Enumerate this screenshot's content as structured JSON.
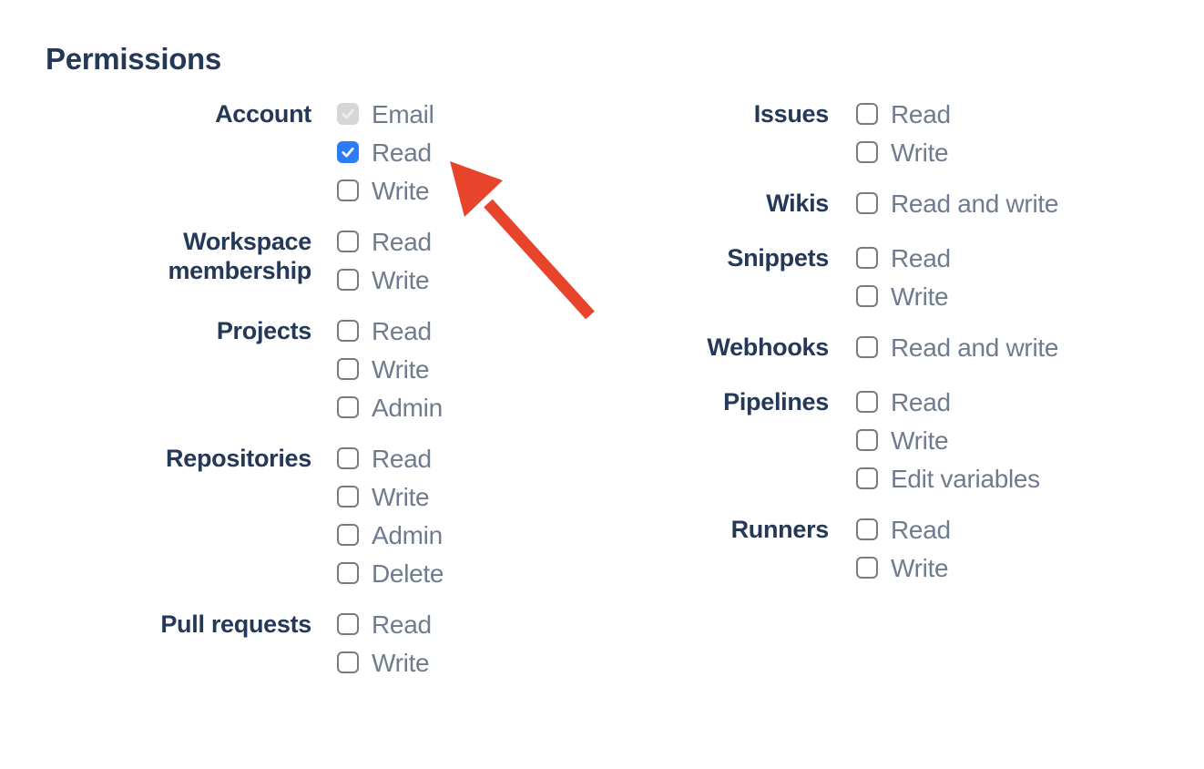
{
  "heading": "Permissions",
  "colors": {
    "heading_and_group_label": "#243858",
    "option_label": "#6F7B8E",
    "checkbox_border": "#7B7B7B",
    "checked_accent_blue": "#2B7CF5",
    "disabled_checkbox_bg": "#D6D6D6",
    "arrow_red": "#E8432B"
  },
  "columns": [
    {
      "groups": [
        {
          "label": "Account",
          "options": [
            {
              "label": "Email",
              "state": "checked_disabled"
            },
            {
              "label": "Read",
              "state": "checked"
            },
            {
              "label": "Write",
              "state": "unchecked"
            }
          ]
        },
        {
          "label": "Workspace membership",
          "options": [
            {
              "label": "Read",
              "state": "unchecked"
            },
            {
              "label": "Write",
              "state": "unchecked"
            }
          ]
        },
        {
          "label": "Projects",
          "options": [
            {
              "label": "Read",
              "state": "unchecked"
            },
            {
              "label": "Write",
              "state": "unchecked"
            },
            {
              "label": "Admin",
              "state": "unchecked"
            }
          ]
        },
        {
          "label": "Repositories",
          "options": [
            {
              "label": "Read",
              "state": "unchecked"
            },
            {
              "label": "Write",
              "state": "unchecked"
            },
            {
              "label": "Admin",
              "state": "unchecked"
            },
            {
              "label": "Delete",
              "state": "unchecked"
            }
          ]
        },
        {
          "label": "Pull requests",
          "options": [
            {
              "label": "Read",
              "state": "unchecked"
            },
            {
              "label": "Write",
              "state": "unchecked"
            }
          ]
        }
      ]
    },
    {
      "groups": [
        {
          "label": "Issues",
          "options": [
            {
              "label": "Read",
              "state": "unchecked"
            },
            {
              "label": "Write",
              "state": "unchecked"
            }
          ]
        },
        {
          "label": "Wikis",
          "options": [
            {
              "label": "Read and write",
              "state": "unchecked"
            }
          ]
        },
        {
          "label": "Snippets",
          "options": [
            {
              "label": "Read",
              "state": "unchecked"
            },
            {
              "label": "Write",
              "state": "unchecked"
            }
          ]
        },
        {
          "label": "Webhooks",
          "options": [
            {
              "label": "Read and write",
              "state": "unchecked"
            }
          ]
        },
        {
          "label": "Pipelines",
          "options": [
            {
              "label": "Read",
              "state": "unchecked"
            },
            {
              "label": "Write",
              "state": "unchecked"
            },
            {
              "label": "Edit variables",
              "state": "unchecked"
            }
          ]
        },
        {
          "label": "Runners",
          "options": [
            {
              "label": "Read",
              "state": "unchecked"
            },
            {
              "label": "Write",
              "state": "unchecked"
            }
          ]
        }
      ]
    }
  ],
  "annotation": {
    "arrow_color": "#E8432B",
    "points_to": "account-read-checkbox"
  }
}
